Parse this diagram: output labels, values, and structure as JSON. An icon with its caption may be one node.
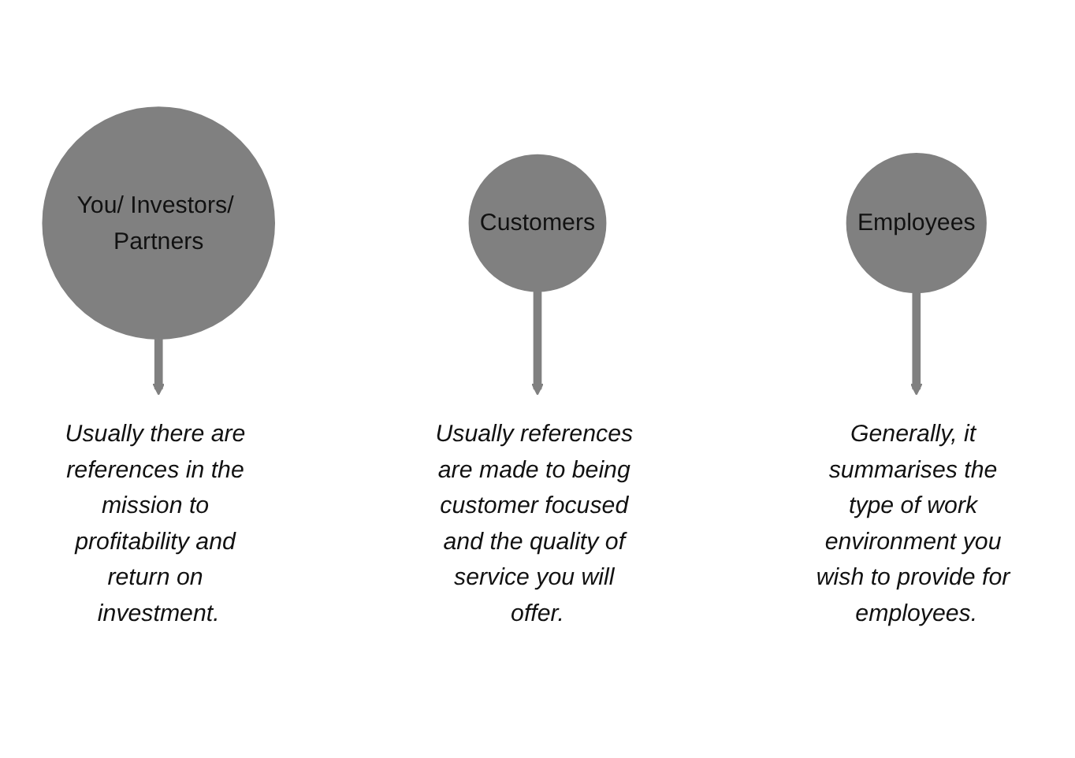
{
  "diagram": {
    "nodes": [
      {
        "text": [
          "You/ Investors/ Partners"
        ]
      },
      {
        "text": [
          "Customers"
        ]
      },
      {
        "text": [
          "Employees"
        ]
      },
      {
        "text": [
          "Usually there are references in the mission to profitability and return on investment."
        ]
      },
      {
        "text": [
          "Usually references are made to being customer focused and the quality of service you will offer."
        ]
      },
      {
        "text": [
          "Generally, it summarises the type of work environment you wish to provide for employees."
        ]
      }
    ],
    "edges": [
      {
        "from": 0,
        "to": 3,
        "arrow": "to"
      },
      {
        "from": 1,
        "to": 4,
        "arrow": "to"
      },
      {
        "from": 2,
        "to": 5,
        "arrow": "to"
      }
    ]
  }
}
